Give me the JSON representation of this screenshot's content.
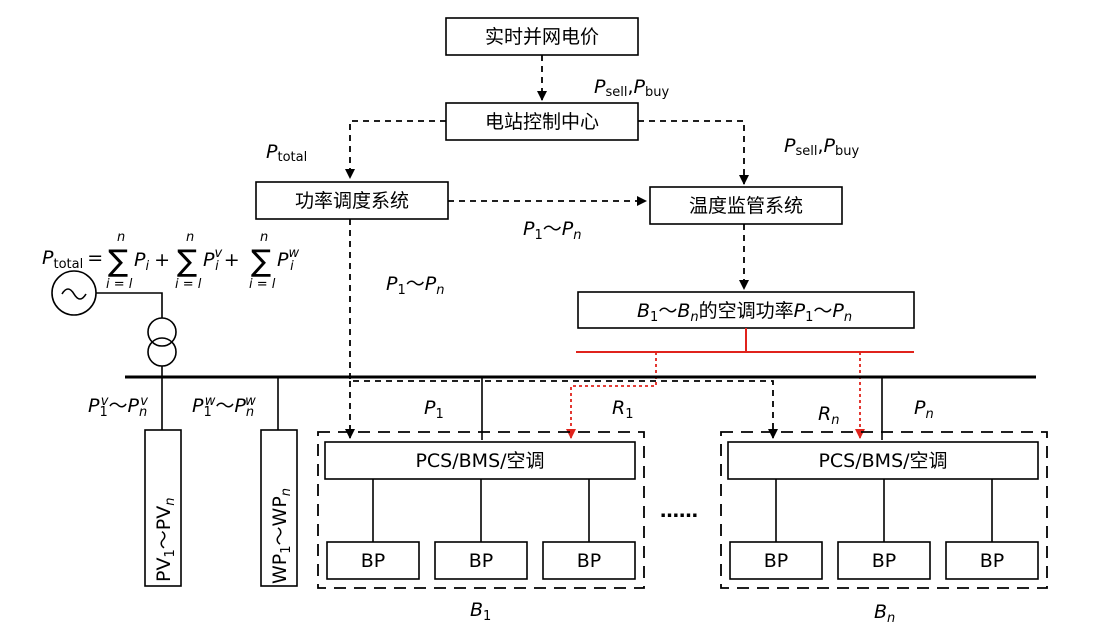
{
  "nodes": {
    "realtime_price": "实时并网电价",
    "control_center": "电站控制中心",
    "power_dispatch": "功率调度系统",
    "temp_monitor": "温度监管系统",
    "ac_power": {
      "b": "B",
      "one": "1",
      "tilde": "～",
      "n": "n",
      "text": "的空调功率",
      "p": "P"
    },
    "pcs_left": "PCS/BMS/空调",
    "pcs_right": "PCS/BMS/空调",
    "bp": "BP",
    "pv": {
      "base": "PV",
      "one": "1",
      "tilde": "～",
      "n": "n"
    },
    "wp": {
      "base": "WP",
      "one": "1",
      "tilde": "～",
      "n": "n"
    }
  },
  "labels": {
    "p_sell_buy": {
      "p": "P",
      "sell": "sell",
      "comma": ",",
      "buy": "buy"
    },
    "p_total": {
      "p": "P",
      "sub": "total"
    },
    "p1_pn": {
      "p": "P",
      "one": "1",
      "tilde": "～",
      "n": "n"
    },
    "pv_range": {
      "p": "P",
      "one": "1",
      "v": "v",
      "tilde": "～",
      "n": "n"
    },
    "pw_range": {
      "p": "P",
      "one": "1",
      "w": "w",
      "tilde": "～",
      "n": "n"
    },
    "equation": {
      "lhs": "P",
      "lhs_sub": "total",
      "eq": "=",
      "sum": "∑",
      "n": "n",
      "ieq": "i = l",
      "p": "P",
      "i": "i",
      "plus": "+",
      "v": "v",
      "w": "w"
    },
    "p1": {
      "p": "P",
      "one": "1"
    },
    "r1": {
      "r": "R",
      "one": "1"
    },
    "rn": {
      "r": "R",
      "n": "n"
    },
    "pn": {
      "p": "P",
      "n": "n"
    },
    "b1": {
      "b": "B",
      "one": "1"
    },
    "bn": {
      "b": "B",
      "n": "n"
    },
    "ellipsis": "……"
  },
  "colors": {
    "line": "#000000",
    "reference_signal": "#e0231c",
    "background": "#ffffff"
  }
}
